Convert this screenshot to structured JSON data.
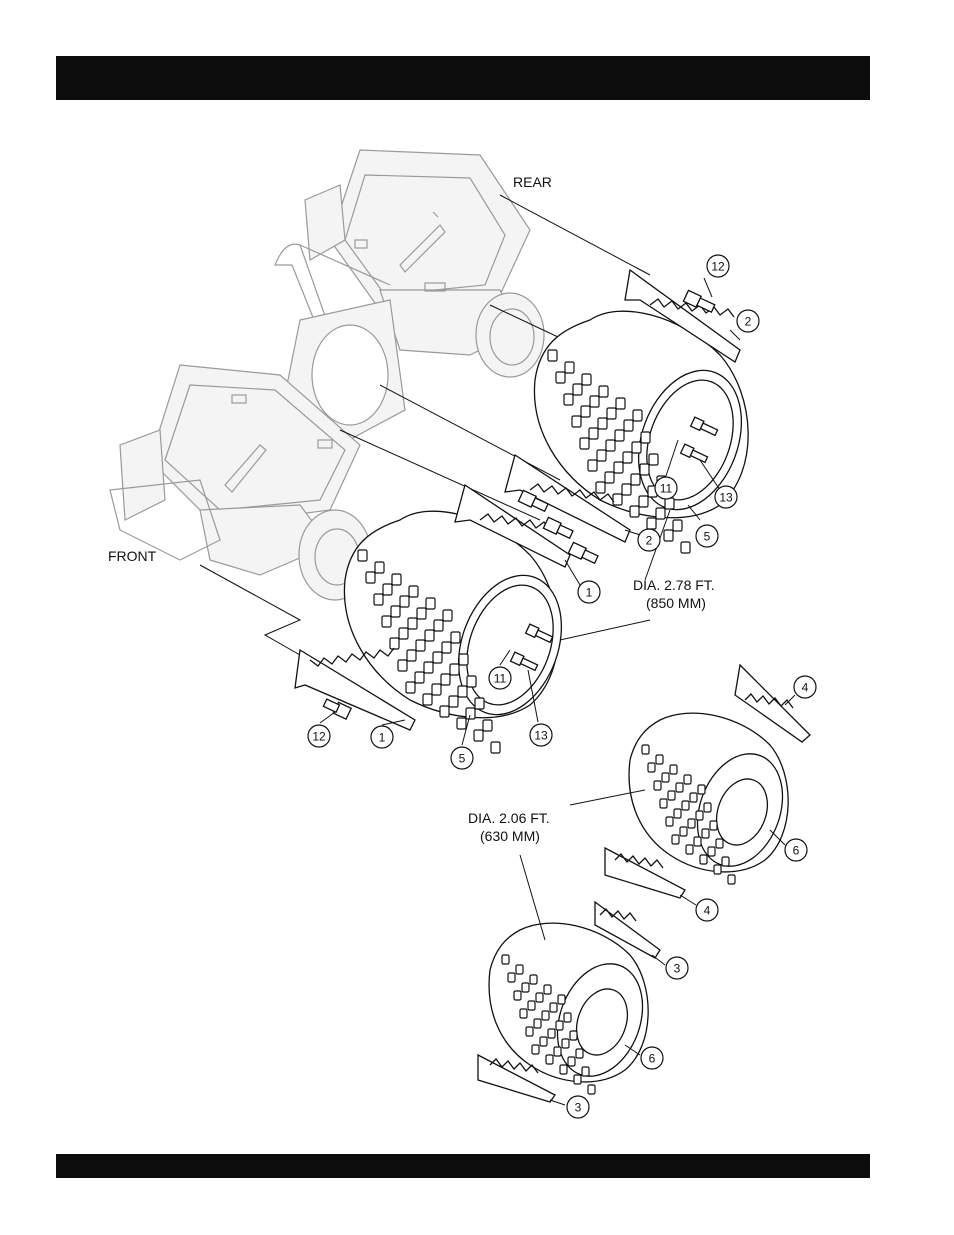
{
  "header_bar": "",
  "footer_bar": "",
  "labels": {
    "rear": "REAR",
    "front": "FRONT",
    "dia_large_1": "DIA. 2.78 FT.",
    "dia_large_2": "(850 MM)",
    "dia_small_1": "DIA. 2.06 FT.",
    "dia_small_2": "(630 MM)"
  },
  "callouts": [
    "12",
    "2",
    "11",
    "13",
    "5",
    "2",
    "1",
    "12",
    "1",
    "11",
    "13",
    "5",
    "4",
    "6",
    "4",
    "3",
    "6",
    "3"
  ]
}
